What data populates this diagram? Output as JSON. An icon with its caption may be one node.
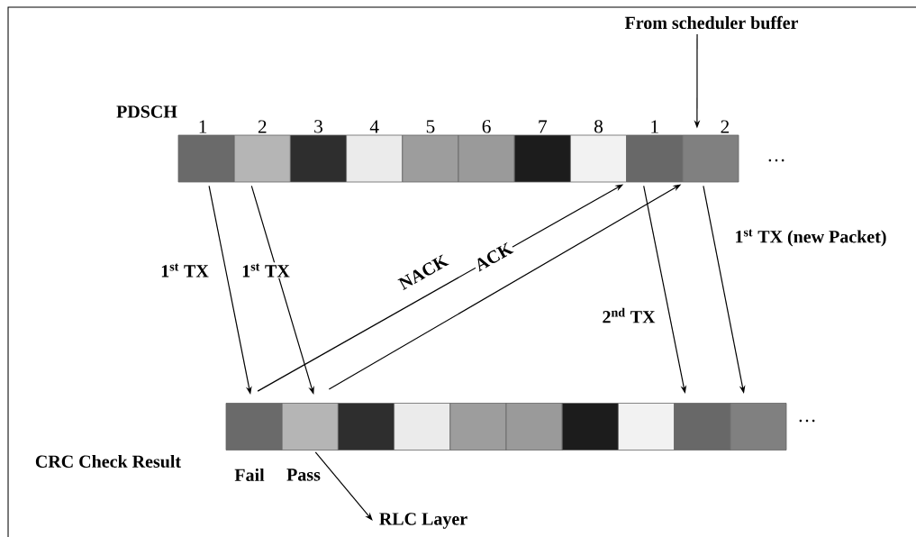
{
  "diagram": {
    "nodes": [
      {
        "text": [
          "1"
        ]
      },
      {
        "text": [
          "2"
        ]
      },
      {
        "text": [
          "3"
        ]
      },
      {
        "text": [
          "4"
        ]
      },
      {
        "text": [
          "5"
        ]
      },
      {
        "text": [
          "6"
        ]
      },
      {
        "text": [
          "7"
        ]
      },
      {
        "text": [
          "8"
        ]
      },
      {
        "text": [
          "1"
        ]
      },
      {
        "text": [
          "2"
        ]
      },
      {
        "text": [],
        "shape": "box",
        "beside": [
          "Fail"
        ]
      },
      {
        "text": [],
        "shape": "box",
        "beside": [
          "Pass"
        ]
      },
      {
        "text": [],
        "shape": "box"
      },
      {
        "text": [],
        "shape": "box"
      },
      {
        "text": [],
        "shape": "box"
      },
      {
        "text": [],
        "shape": "box"
      },
      {
        "text": [],
        "shape": "box"
      },
      {
        "text": [],
        "shape": "box"
      },
      {
        "text": [],
        "shape": "box"
      },
      {
        "text": [],
        "shape": "box"
      },
      {
        "text": [
          "From scheduler buffer"
        ]
      },
      {
        "text": [
          "RLC Layer"
        ]
      }
    ],
    "edges": [
      {
        "from": 0,
        "to": 10,
        "arrow": "to",
        "label": "1$^{st}$ TX"
      },
      {
        "from": 1,
        "to": 11,
        "arrow": "to",
        "label": "1$^{st}$ TX"
      },
      {
        "from": 10,
        "to": 8,
        "arrow": "to",
        "label": "NACK"
      },
      {
        "from": 11,
        "to": 9,
        "arrow": "to",
        "label": "ACK"
      },
      {
        "from": 8,
        "to": 18,
        "arrow": "to",
        "label": "2$^{nd}$ TX"
      },
      {
        "from": 9,
        "to": 19,
        "arrow": "to",
        "label": "1$^{st}$ TX (new Packet)"
      },
      {
        "from": 20,
        "to": 9,
        "arrow": "to"
      },
      {
        "from": 11,
        "to": 21,
        "arrow": "to"
      }
    ],
    "labels": [
      "PDSCH",
      "…",
      "…",
      "CRC Check Result"
    ]
  }
}
